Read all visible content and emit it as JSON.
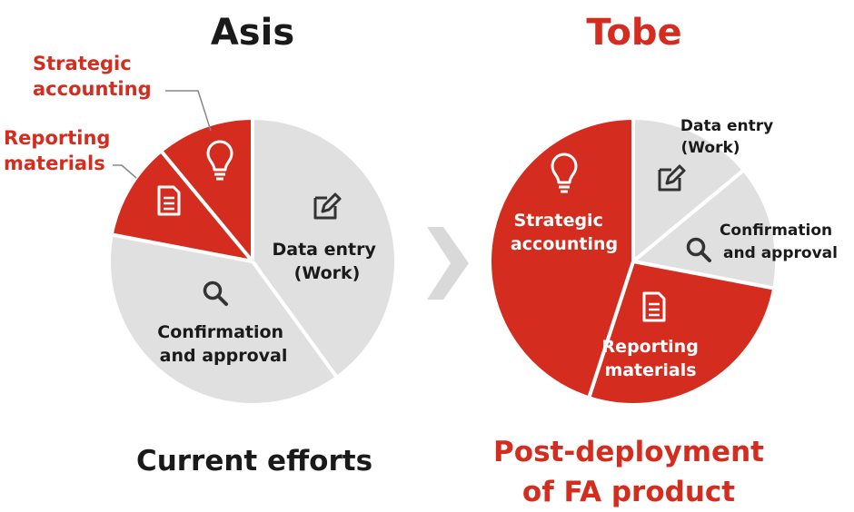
{
  "asis": {
    "title": "Asis",
    "caption": "Current efforts",
    "callouts": {
      "strategic": [
        "Strategic",
        "accounting"
      ],
      "reporting": [
        "Reporting",
        "materials"
      ]
    },
    "labels": {
      "data_entry": [
        "Data entry",
        "(Work)"
      ],
      "confirmation": [
        "Confirmation",
        "and approval"
      ]
    }
  },
  "tobe": {
    "title": "Tobe",
    "caption": [
      "Post-deployment",
      "of FA product"
    ],
    "labels": {
      "data_entry": [
        "Data entry",
        "(Work)"
      ],
      "confirmation": [
        "Confirmation",
        "and approval"
      ],
      "strategic": [
        "Strategic",
        "accounting"
      ],
      "reporting": [
        "Reporting",
        "materials"
      ]
    }
  },
  "colors": {
    "red": "#d42d1f",
    "gray": "#e0e0e0",
    "dark": "#1a1a1a",
    "chevron": "#d9d9d9"
  },
  "chart_data": [
    {
      "type": "pie",
      "title": "Asis",
      "subtitle": "Current efforts",
      "categories": [
        "Data entry (Work)",
        "Confirmation and approval",
        "Reporting materials",
        "Strategic accounting"
      ],
      "values": [
        40,
        38,
        11,
        11
      ],
      "colors": [
        "#e0e0e0",
        "#e0e0e0",
        "#d42d1f",
        "#d42d1f"
      ],
      "icons": [
        "edit-icon",
        "search-icon",
        "document-icon",
        "lightbulb-icon"
      ]
    },
    {
      "type": "pie",
      "title": "Tobe",
      "subtitle": "Post-deployment of FA product",
      "categories": [
        "Data entry (Work)",
        "Confirmation and approval",
        "Reporting materials",
        "Strategic accounting"
      ],
      "values": [
        14,
        14,
        27,
        45
      ],
      "colors": [
        "#e0e0e0",
        "#e0e0e0",
        "#d42d1f",
        "#d42d1f"
      ],
      "icons": [
        "edit-icon",
        "search-icon",
        "document-icon",
        "lightbulb-icon"
      ]
    }
  ]
}
